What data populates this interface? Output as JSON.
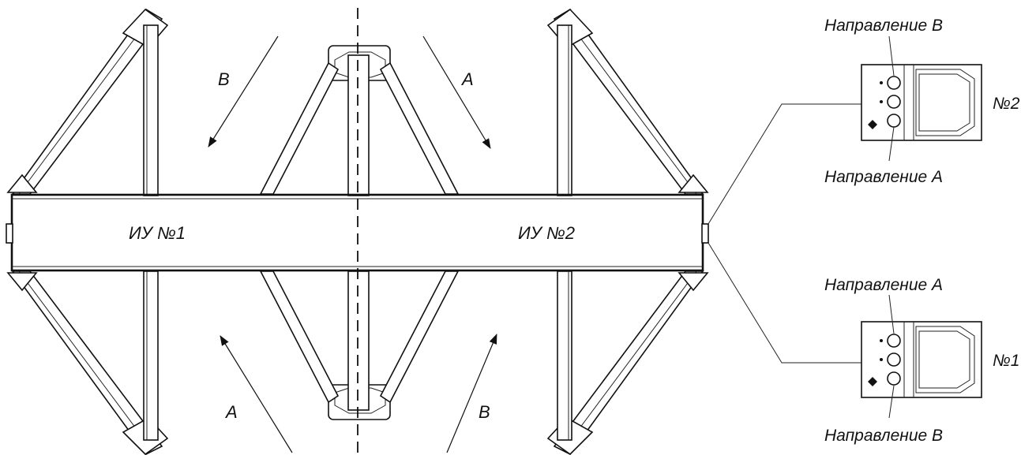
{
  "labels": {
    "unit1": "ИУ №1",
    "unit2": "ИУ №2",
    "dir_a": "А",
    "dir_b": "В",
    "panel2_num": "№2",
    "panel1_num": "№1",
    "panel2_top": "Направление В",
    "panel2_bottom": "Направление А",
    "panel1_top": "Направление А",
    "panel1_bottom": "Направление В"
  },
  "colors": {
    "line": "#111111",
    "background": "#ffffff"
  },
  "icons": {
    "arrow": "arrow-icon",
    "button": "button-icon",
    "logo": "logo-icon"
  }
}
